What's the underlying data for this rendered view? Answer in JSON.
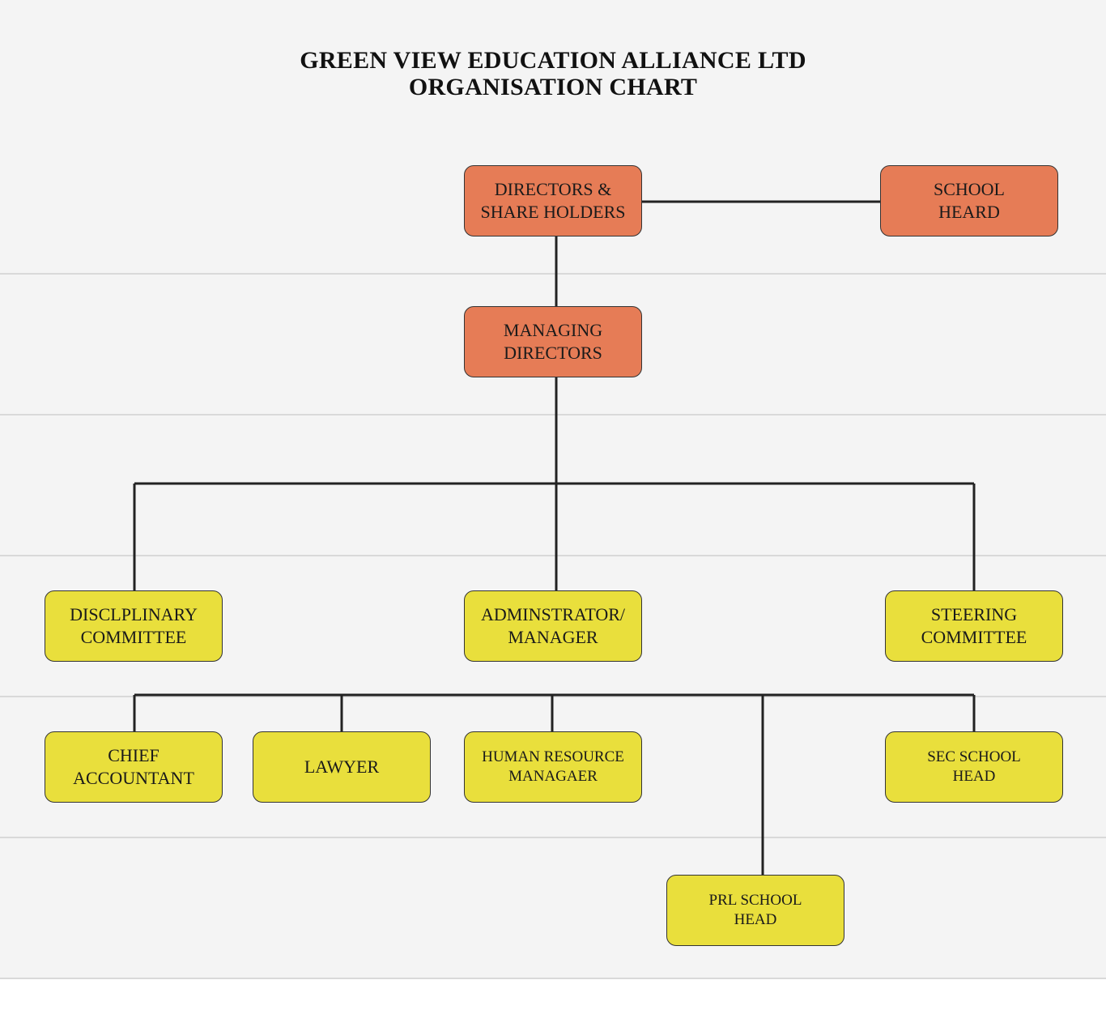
{
  "title": {
    "line1": "GREEN VIEW EDUCATION ALLIANCE LTD",
    "line2": "ORGANISATION CHART"
  },
  "colors": {
    "executive": "#e67c56",
    "staff": "#e9df3c",
    "connector": "#222222"
  },
  "nodes": {
    "directors": "DIRECTORS &\nSHARE HOLDERS",
    "school_head": "SCHOOL\nHEARD",
    "managing_directors": "MANAGING\nDIRECTORS",
    "disciplinary_committee": "DISCLPLINARY\nCOMMITTEE",
    "administrator_manager": "ADMINSTRATOR/\nMANAGER",
    "steering_committee": "STEERING\nCOMMITTEE",
    "chief_accountant": "CHIEF\nACCOUNTANT",
    "lawyer": "LAWYER",
    "human_resource_manager": "HUMAN RESOURCE\nMANAGAER",
    "sec_school_head": "SEC SCHOOL\nHEAD",
    "prl_school_head": "PRL SCHOOL\nHEAD"
  }
}
